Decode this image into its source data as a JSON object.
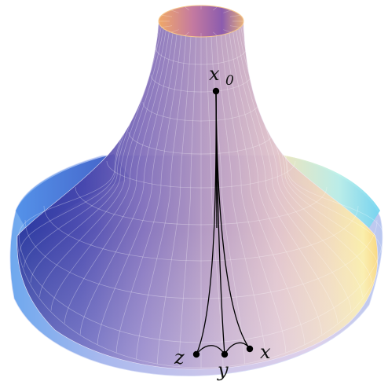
{
  "figure": {
    "surface": {
      "name": "surface",
      "top_rim_gradient": [
        "#e8a070",
        "#c07aa0",
        "#8a60b0"
      ],
      "body_gradient": [
        "#1d2aa0",
        "#6a5cc0",
        "#b7a3d8",
        "#f0d8c0",
        "#fff2a0"
      ],
      "base_gradient": [
        "#7fb4f0",
        "#c8c8ef",
        "#ccd6f2"
      ]
    },
    "points": {
      "x0": {
        "main": "x",
        "sub": "0"
      },
      "z": "z",
      "y": "y",
      "x": "x"
    },
    "line_color": "#000000"
  }
}
